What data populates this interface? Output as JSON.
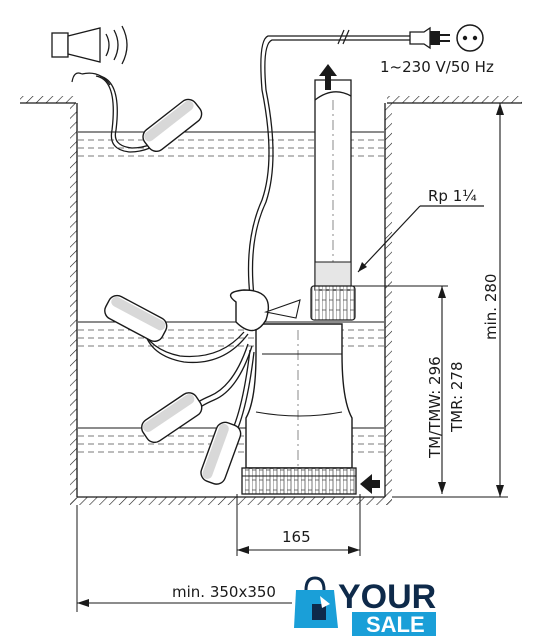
{
  "power_label": "1~230 V/50 Hz",
  "pipe_thread_label": "Rp 1¼",
  "depth_label": "min. 280",
  "height_tm_label": "TM/TMW: 296",
  "height_tmr_label": "TMR: 278",
  "width_label": "165",
  "pit_label": "min. 350x350",
  "logo": {
    "line1": "YOUR",
    "line2": "SALE",
    "brand_color": "#0e2a4a",
    "accent_color": "#1a9fd8"
  },
  "icons": [
    "alarm-horn-icon",
    "power-plug-icon",
    "socket-icon",
    "flow-arrow-up-icon",
    "inlet-arrow-icon",
    "shopping-bag-icon"
  ]
}
